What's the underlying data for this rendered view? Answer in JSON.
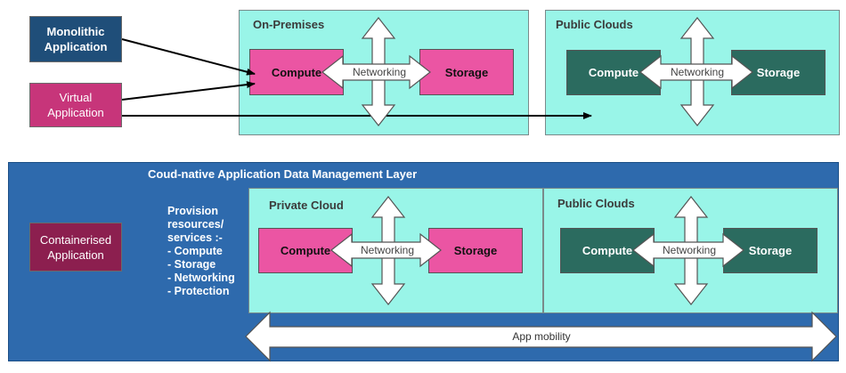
{
  "apps": {
    "monolithic": "Monolithic\nApplication",
    "virtual": "Virtual\nApplication",
    "containerised": "Containerised\nApplication"
  },
  "top": {
    "onprem": {
      "title": "On-Premises",
      "compute": "Compute",
      "networking": "Networking",
      "storage": "Storage"
    },
    "public": {
      "title": "Public Clouds",
      "compute": "Compute",
      "networking": "Networking",
      "storage": "Storage"
    }
  },
  "layer": {
    "title": "Coud-native Application Data Management Layer",
    "provision_heading": "Provision resources/ services :-",
    "provision_items": [
      "Compute",
      "Storage",
      "Networking",
      "Protection"
    ],
    "private": {
      "title": "Private Cloud",
      "compute": "Compute",
      "networking": "Networking",
      "storage": "Storage"
    },
    "public": {
      "title": "Public Clouds",
      "compute": "Compute",
      "networking": "Networking",
      "storage": "Storage"
    },
    "mobility": "App mobility"
  },
  "colors": {
    "panel": "#99f5e8",
    "layer": "#2e6aad",
    "pink": "#eb55a3",
    "teal": "#2b6b5f",
    "monolithic": "#1f4e79",
    "virtual": "#c7357a",
    "containerised": "#8c1f4f"
  }
}
